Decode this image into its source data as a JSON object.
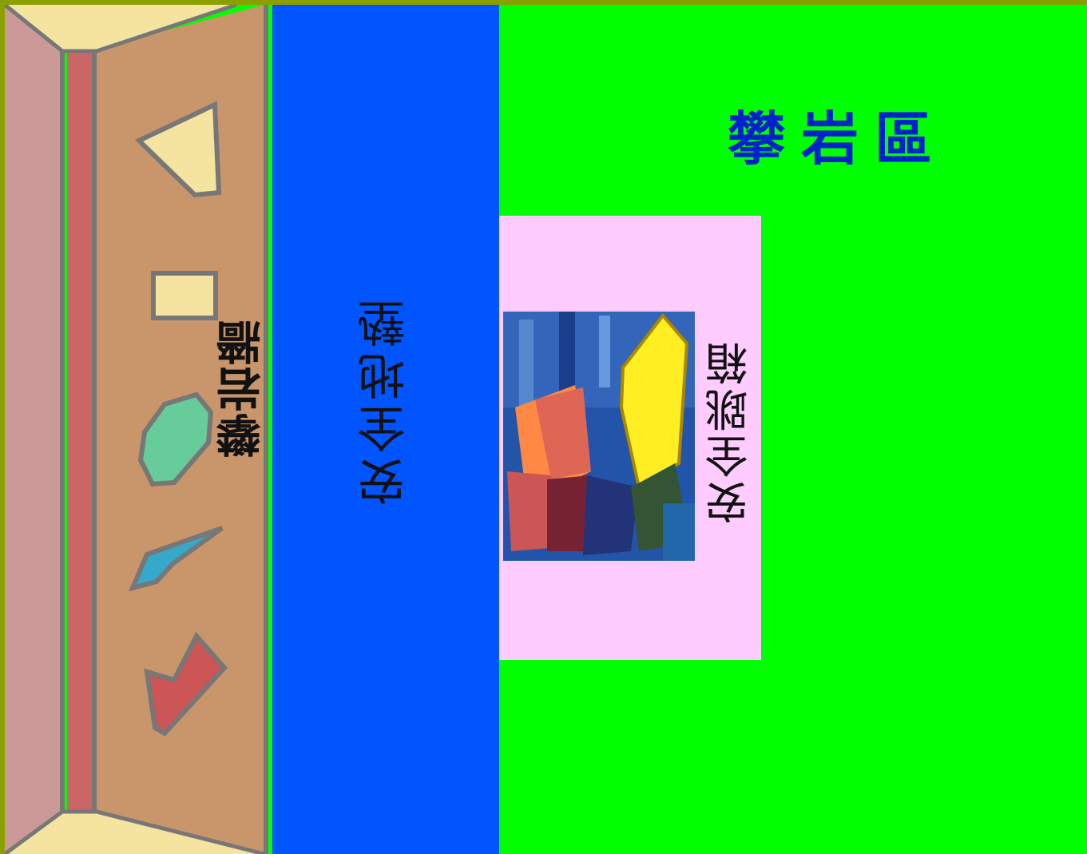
{
  "labels": {
    "wall": "攀岩牆",
    "mat": "安全地墊",
    "zone": "攀岩區",
    "box": "安全跳箱"
  },
  "colors": {
    "zone_background": "#00ff00",
    "mat": "#0055ff",
    "box": "#ffccff",
    "wall_board": "#c8966a",
    "wall_back": "#cc9999",
    "wall_stripe": "#cc6666",
    "zone_title": "#0022cc"
  },
  "icons": {
    "holds": [
      "triangle-hold-icon",
      "rectangle-hold-icon",
      "rounded-hold-icon",
      "sliver-hold-icon",
      "star-hold-icon"
    ],
    "box_photo": "abstract-box-painting-icon"
  }
}
